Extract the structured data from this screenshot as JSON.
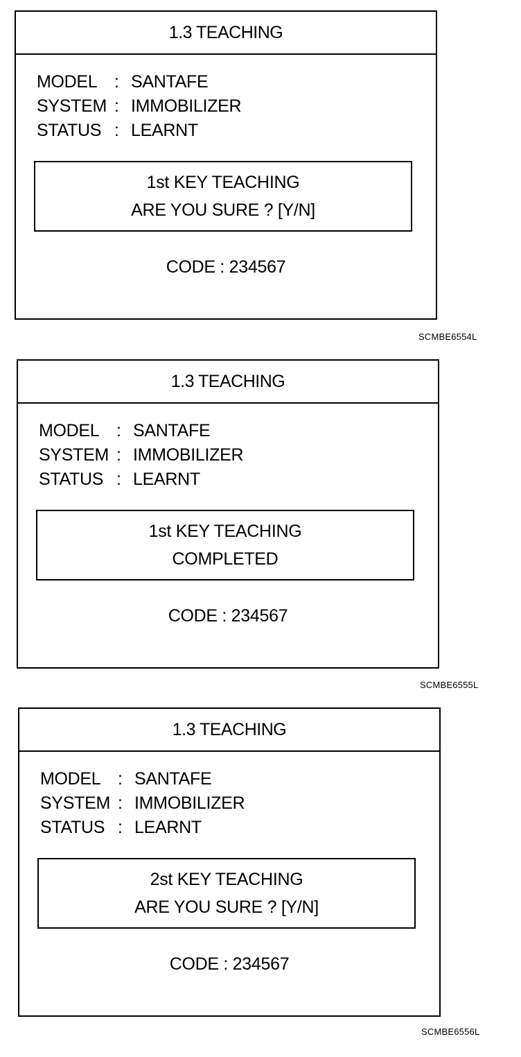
{
  "screens": [
    {
      "title": "1.3 TEACHING",
      "rows": [
        {
          "key": "MODEL",
          "sep": ":",
          "value": "SANTAFE"
        },
        {
          "key": "SYSTEM",
          "sep": ":",
          "value": "IMMOBILIZER"
        },
        {
          "key": "STATUS",
          "sep": ":",
          "value": "LEARNT"
        }
      ],
      "prompt_line1": "1st KEY TEACHING",
      "prompt_line2": "ARE YOU SURE ? [Y/N]",
      "code": "CODE : 234567",
      "ref": "SCMBE6554L"
    },
    {
      "title": "1.3 TEACHING",
      "rows": [
        {
          "key": "MODEL",
          "sep": ":",
          "value": "SANTAFE"
        },
        {
          "key": "SYSTEM",
          "sep": ":",
          "value": "IMMOBILIZER"
        },
        {
          "key": "STATUS",
          "sep": ":",
          "value": "LEARNT"
        }
      ],
      "prompt_line1": "1st KEY TEACHING",
      "prompt_line2": "COMPLETED",
      "code": "CODE : 234567",
      "ref": "SCMBE6555L"
    },
    {
      "title": "1.3 TEACHING",
      "rows": [
        {
          "key": "MODEL",
          "sep": ":",
          "value": "SANTAFE"
        },
        {
          "key": "SYSTEM",
          "sep": ":",
          "value": "IMMOBILIZER"
        },
        {
          "key": "STATUS",
          "sep": ":",
          "value": "LEARNT"
        }
      ],
      "prompt_line1": "2st KEY TEACHING",
      "prompt_line2": "ARE YOU SURE ? [Y/N]",
      "code": "CODE : 234567",
      "ref": "SCMBE6556L"
    }
  ]
}
